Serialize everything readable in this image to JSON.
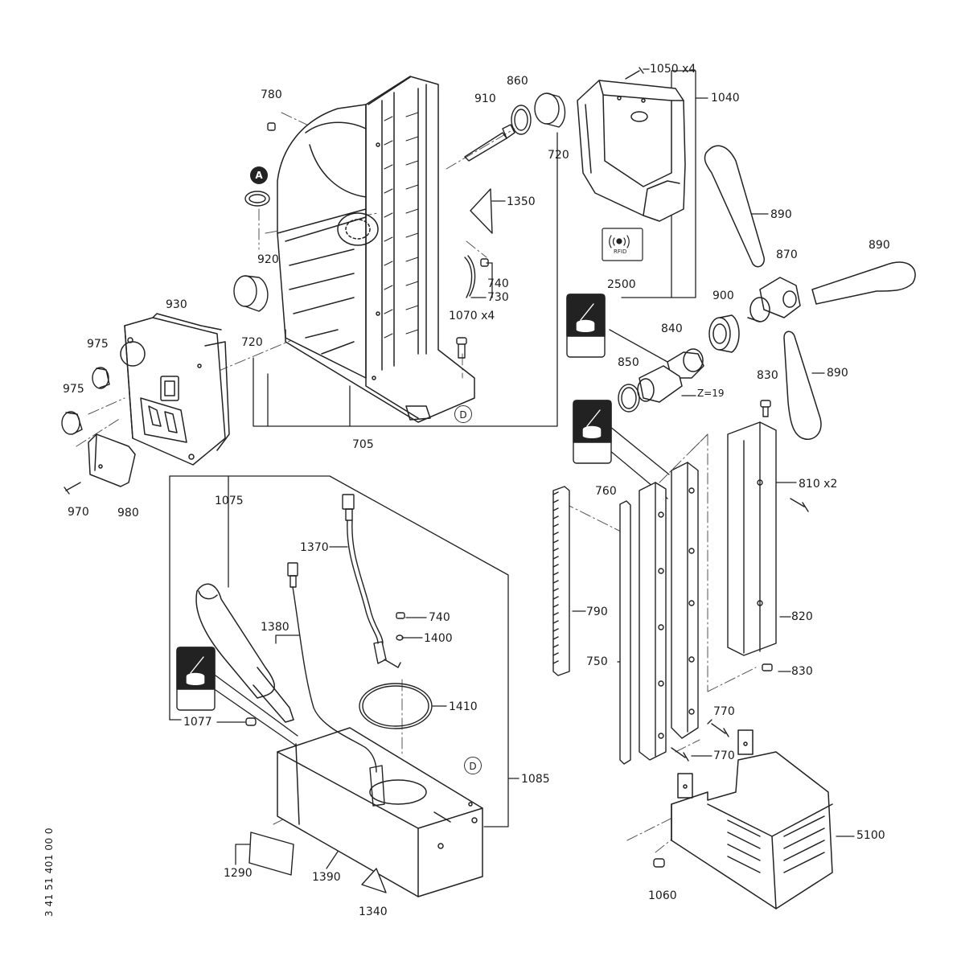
{
  "document_code": "3 41 51 401 00 0",
  "markers": {
    "a": "A",
    "d_top": "D",
    "d_bottom": "D"
  },
  "rfid_label": "RFID",
  "gear_note": "Z=19",
  "parts": {
    "p780": "780",
    "p910": "910",
    "p860": "860",
    "p720_top": "720",
    "p1050": "1050 x4",
    "p1040": "1040",
    "p1350": "1350",
    "p890_a": "890",
    "p890_b": "890",
    "p890_c": "890",
    "p870": "870",
    "p920": "920",
    "p740_a": "740",
    "p730": "730",
    "p2500": "2500",
    "p900": "900",
    "p930": "930",
    "p1070": "1070 x4",
    "p840": "840",
    "p720_left": "720",
    "p975_a": "975",
    "p975_b": "975",
    "p850": "850",
    "p830_top": "830",
    "p705": "705",
    "p810": "810 x2",
    "p970": "970",
    "p980": "980",
    "p760": "760",
    "p1075": "1075",
    "p1370": "1370",
    "p790": "790",
    "p740_b": "740",
    "p1400": "1400",
    "p1380": "1380",
    "p820": "820",
    "p750": "750",
    "p830_bottom": "830",
    "p1410": "1410",
    "p1077": "1077",
    "p770_a": "770",
    "p770_b": "770",
    "p1085": "1085",
    "p5100": "5100",
    "p1290": "1290",
    "p1390": "1390",
    "p1060": "1060",
    "p1340": "1340"
  }
}
